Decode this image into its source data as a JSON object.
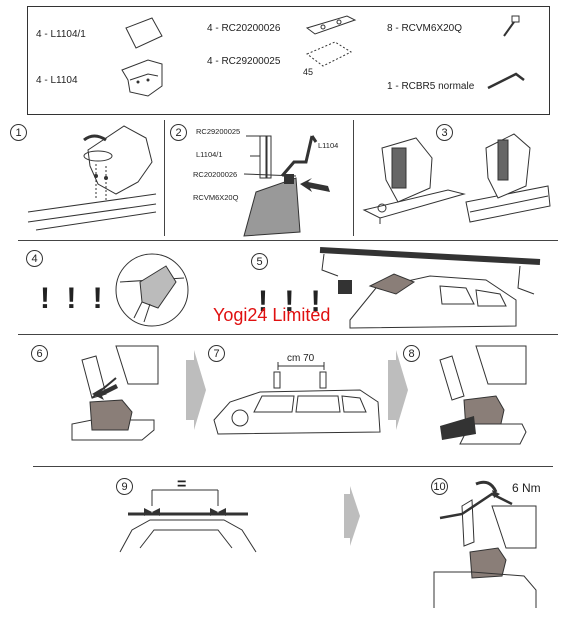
{
  "parts": [
    {
      "qty_code": "4 - L1104/1"
    },
    {
      "qty_code": "4 - L1104"
    },
    {
      "qty_code": "4 - RC20200026"
    },
    {
      "qty_code": "4 - RC29200025"
    },
    {
      "qty_code": "8 - RCVM6X20Q"
    },
    {
      "qty_code": "1 - RCBR5 normale"
    }
  ],
  "part_dimension": "45",
  "steps": [
    "1",
    "2",
    "3",
    "4",
    "5",
    "6",
    "7",
    "8",
    "9",
    "10"
  ],
  "step2_labels": {
    "a": "RC29200025",
    "b": "L1104/1",
    "c": "RC20200026",
    "d": "RCVM6X20Q",
    "e": "L1104"
  },
  "step4_marks": "! ! !",
  "step5_marks": "! ! !",
  "step7_distance": "cm 70",
  "step9_equal": "=",
  "step10_torque": "6 Nm",
  "watermark": "Yogi24 Limited",
  "colors": {
    "line": "#333333",
    "pad": "#8a7e78",
    "arrow_grey": "#bdbdbd",
    "watermark": "#e01010"
  }
}
